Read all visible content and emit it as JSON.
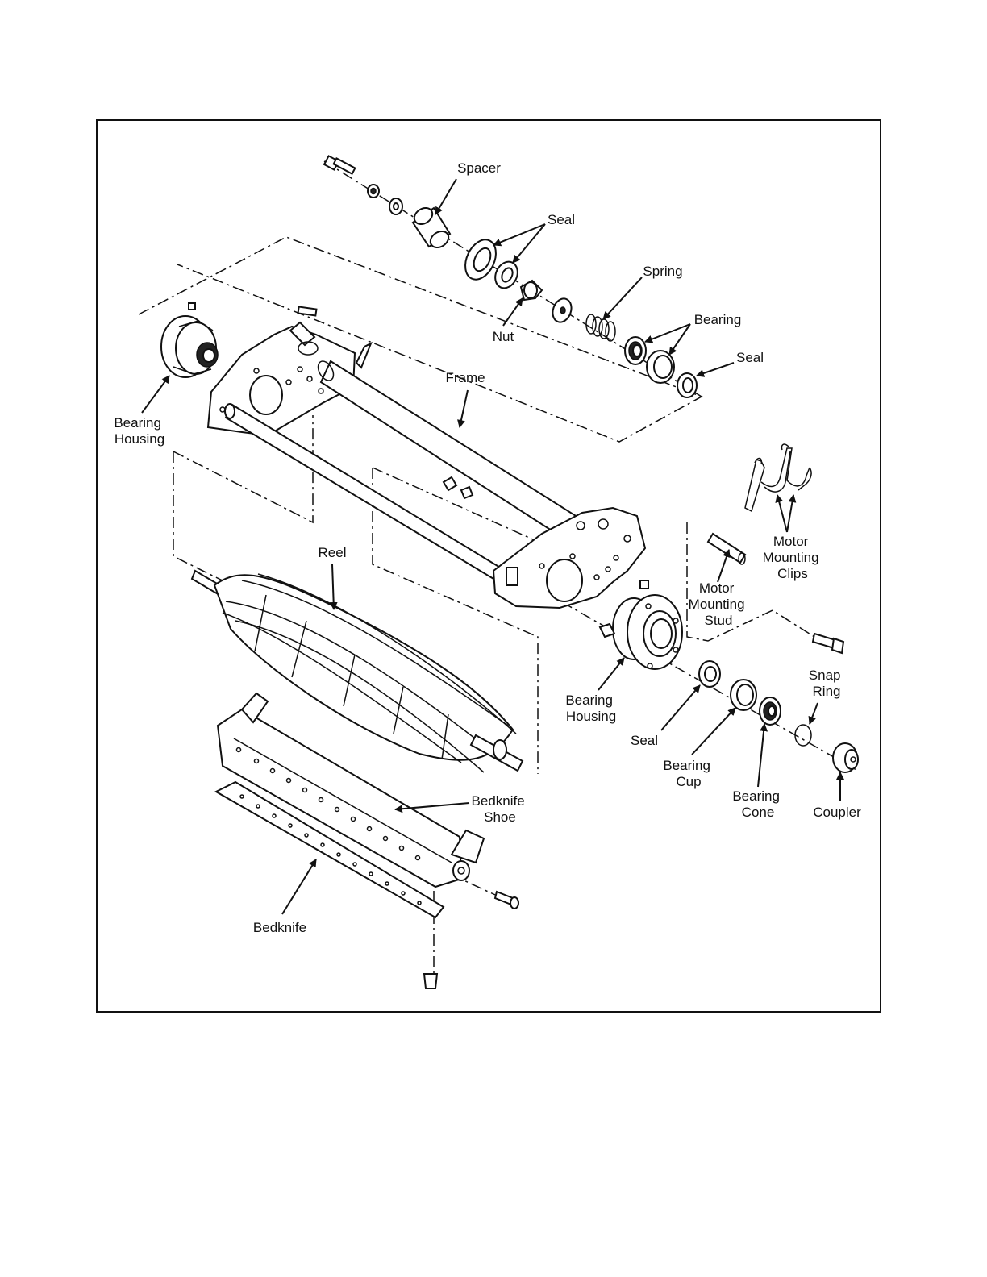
{
  "labels": {
    "spacer": "Spacer",
    "seal_top": "Seal",
    "spring": "Spring",
    "nut": "Nut",
    "bearing_top": "Bearing",
    "seal_right": "Seal",
    "frame": "Frame",
    "bearing_housing_left": [
      "Bearing",
      "Housing"
    ],
    "motor_mounting_clips": [
      "Motor",
      "Mounting",
      "Clips"
    ],
    "reel": "Reel",
    "motor_mounting_stud": [
      "Motor",
      "Mounting",
      "Stud"
    ],
    "bearing_housing_right": [
      "Bearing",
      "Housing"
    ],
    "snap_ring": [
      "Snap",
      "Ring"
    ],
    "seal_lower": "Seal",
    "bearing_cup": [
      "Bearing",
      "Cup"
    ],
    "bearing_cone": [
      "Bearing",
      "Cone"
    ],
    "coupler": "Coupler",
    "bedknife_shoe": [
      "Bedknife",
      "Shoe"
    ],
    "bedknife": "Bedknife"
  }
}
